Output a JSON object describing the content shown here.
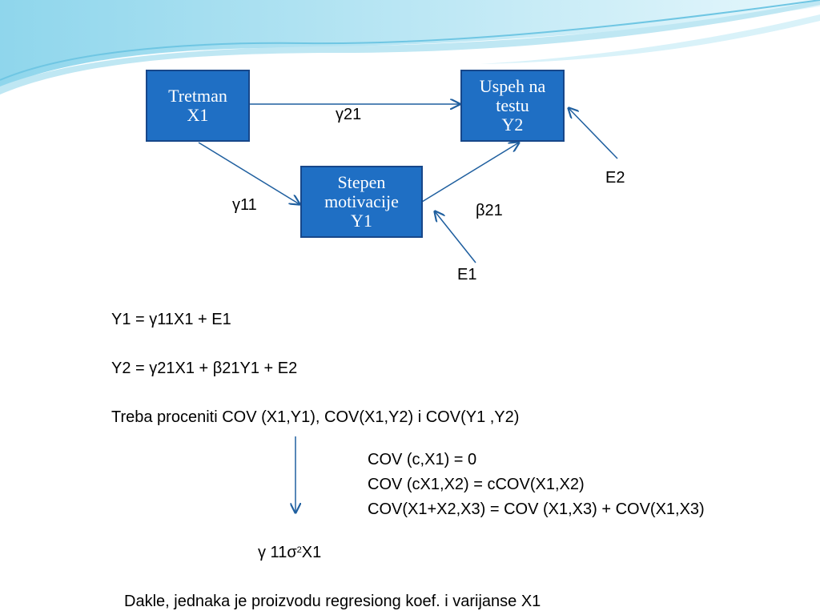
{
  "diagram": {
    "nodes": {
      "x1": {
        "lines": [
          "Tretman",
          "X1"
        ]
      },
      "y2": {
        "lines": [
          "Uspeh na",
          "testu",
          "Y2"
        ]
      },
      "y1": {
        "lines": [
          "Stepen",
          "motivacije",
          "Y1"
        ]
      }
    },
    "edge_labels": {
      "gamma21": "γ21",
      "gamma11": "γ11",
      "beta21": "β21",
      "e2": "E2",
      "e1": "E1"
    }
  },
  "text": {
    "eq1": "Y1 = γ11X1 + E1",
    "eq2": "Y2 = γ21X1 + β21Y1 + E2",
    "task": "Treba proceniti COV (X1,Y1), COV(X1,Y2) i COV(Y1 ,Y2)",
    "rules": [
      "COV (c,X1) = 0",
      "COV (cX1,X2) = cCOV(X1,X2)",
      "COV(X1+X2,X3) = COV (X1,X3) + COV(X1,X3)"
    ],
    "result_prefix": "γ 11σ",
    "result_sup": "2",
    "result_suffix": "X1",
    "conclusion": "Dakle, jednaka je proizvodu regresiong koef. i varijanse X1"
  },
  "colors": {
    "box_fill": "#1f6fc4",
    "box_border": "#17478a",
    "arrow": "#1f5f9f",
    "wave_light": "#bfe7f3",
    "wave_mid": "#6fc6e3"
  }
}
